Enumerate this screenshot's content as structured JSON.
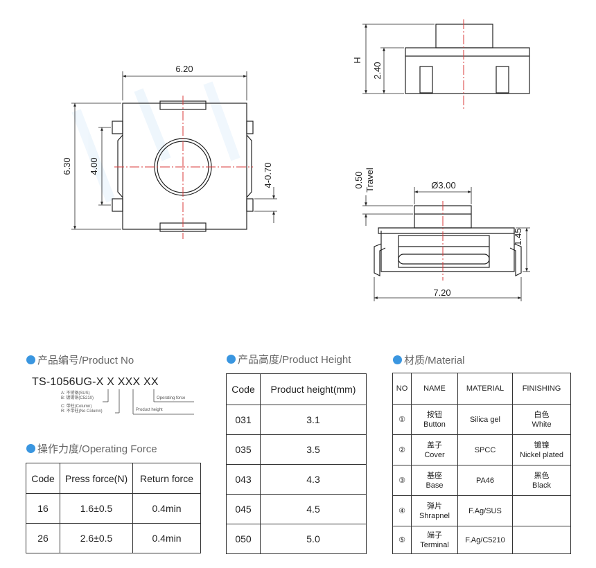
{
  "drawing": {
    "dims": {
      "width_top": "6.20",
      "height_left": "6.30",
      "pin_pitch": "4.00",
      "lead_width": "4-0.70",
      "height_h": "H",
      "body_height": "2.40",
      "travel_value": "0.50",
      "travel_label": "Travel",
      "button_diameter": "Ø3.00",
      "side_height": "1.45",
      "total_width": "7.20"
    }
  },
  "product_no": {
    "title": "产品编号/Product No",
    "part_number": "TS-1056UG-X X XXX XX",
    "note_a": "A: 不锈钢(SUS)",
    "note_b": "B: 镀锡铜(C5210)",
    "note_c": "C: 带柱(Column)",
    "note_r": "R: 不带柱(No Column)",
    "label_operating_force": "Operating force",
    "label_product_height": "Product height"
  },
  "operating_force": {
    "title": "操作力度/Operating Force",
    "headers": [
      "Code",
      "Press force(N)",
      "Return force"
    ],
    "rows": [
      [
        "16",
        "1.6±0.5",
        "0.4min"
      ],
      [
        "26",
        "2.6±0.5",
        "0.4min"
      ]
    ]
  },
  "product_height": {
    "title": "产品高度/Product Height",
    "headers": [
      "Code",
      "Product height(mm)"
    ],
    "rows": [
      [
        "031",
        "3.1"
      ],
      [
        "035",
        "3.5"
      ],
      [
        "043",
        "4.3"
      ],
      [
        "045",
        "4.5"
      ],
      [
        "050",
        "5.0"
      ]
    ]
  },
  "material": {
    "title": "材质/Material",
    "headers": [
      "NO",
      "NAME",
      "MATERIAL",
      "FINISHING"
    ],
    "rows": [
      {
        "no": "①",
        "name_cn": "按钮",
        "name_en": "Button",
        "material": "Silica gel",
        "finish_cn": "白色",
        "finish_en": "White"
      },
      {
        "no": "②",
        "name_cn": "盖子",
        "name_en": "Cover",
        "material": "SPCC",
        "finish_cn": "镀镍",
        "finish_en": "Nickel plated"
      },
      {
        "no": "③",
        "name_cn": "基座",
        "name_en": "Base",
        "material": "PA46",
        "finish_cn": "黑色",
        "finish_en": "Black"
      },
      {
        "no": "④",
        "name_cn": "弹片",
        "name_en": "Shrapnel",
        "material": "F.Ag/SUS",
        "finish_cn": "",
        "finish_en": ""
      },
      {
        "no": "⑤",
        "name_cn": "端子",
        "name_en": "Terminal",
        "material": "F.Ag/C5210",
        "finish_cn": "",
        "finish_en": ""
      }
    ]
  },
  "colors": {
    "accent_dot": "#3a96e0",
    "centerline": "#d93a3a",
    "line": "#222222"
  }
}
